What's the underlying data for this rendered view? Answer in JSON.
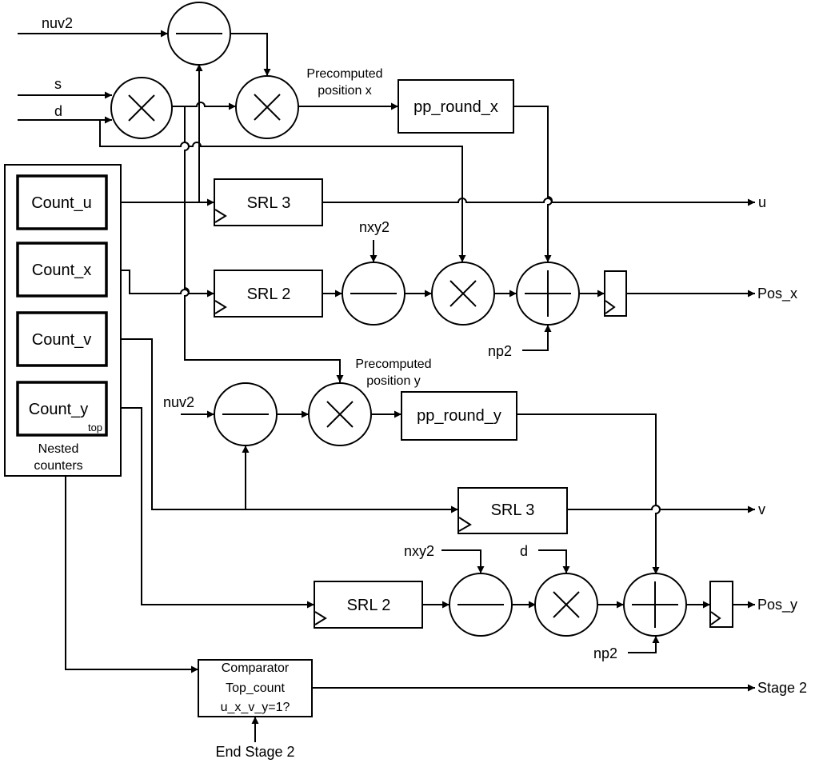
{
  "inputs": {
    "nuv2_top": "nuv2",
    "s": "s",
    "d_top": "d",
    "nxy2_x": "nxy2",
    "np2_x": "np2",
    "nuv2_y": "nuv2",
    "nxy2_y": "nxy2",
    "d_y": "d",
    "np2_y": "np2",
    "end_stage2": "End Stage 2"
  },
  "outputs": {
    "u": "u",
    "pos_x": "Pos_x",
    "v": "v",
    "pos_y": "Pos_y",
    "stage2": "Stage 2"
  },
  "blocks": {
    "pp_round_x": "pp_round_x",
    "pp_round_y": "pp_round_y",
    "srl3_u": "SRL 3",
    "srl2_x": "SRL 2",
    "srl3_v": "SRL 3",
    "srl2_y": "SRL 2",
    "comparator": [
      "Comparator",
      "Top_count",
      "u_x_v_y=1?"
    ]
  },
  "counters": {
    "count_u": "Count_u",
    "count_x": "Count_x",
    "count_v": "Count_v",
    "count_y": "Count_y",
    "count_y_sub": "top",
    "group_label": [
      "Nested",
      "counters"
    ]
  },
  "annotations": {
    "precomputed_x": [
      "Precomputed",
      "position x"
    ],
    "precomputed_y": [
      "Precomputed",
      "position y"
    ]
  }
}
